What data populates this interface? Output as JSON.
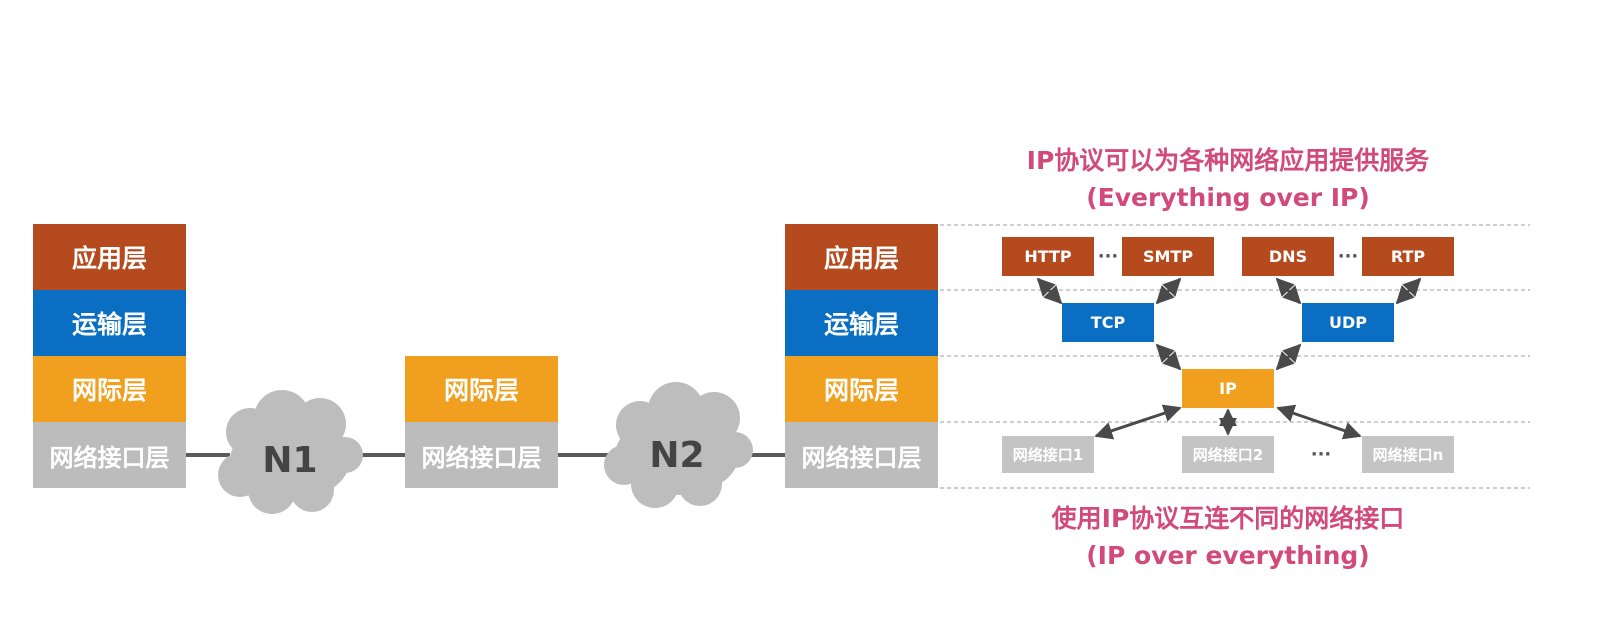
{
  "host_left": {
    "app": "应用层",
    "transport": "运输层",
    "network": "网际层",
    "link": "网络接口层"
  },
  "router": {
    "network": "网际层",
    "link": "网络接口层"
  },
  "host_right": {
    "app": "应用层",
    "transport": "运输层",
    "network": "网际层",
    "link": "网络接口层"
  },
  "clouds": {
    "n1": "N1",
    "n2": "N2"
  },
  "protocols": {
    "app": [
      "HTTP",
      "SMTP",
      "DNS",
      "RTP"
    ],
    "transport": [
      "TCP",
      "UDP"
    ],
    "network": "IP",
    "interfaces": [
      "网络接口1",
      "网络接口2",
      "网络接口n"
    ],
    "ellipsis": "···"
  },
  "captions": {
    "top_line1": "IP协议可以为各种网络应用提供服务",
    "top_line2": "(Everything over IP)",
    "bottom_line1": "使用IP协议互连不同的网络接口",
    "bottom_line2": "(IP over everything)"
  },
  "colors": {
    "app": "#b64a1f",
    "transport": "#0a6fc2",
    "network": "#f0a01e",
    "link": "#bcbcbc",
    "caption": "#d14a7a"
  }
}
